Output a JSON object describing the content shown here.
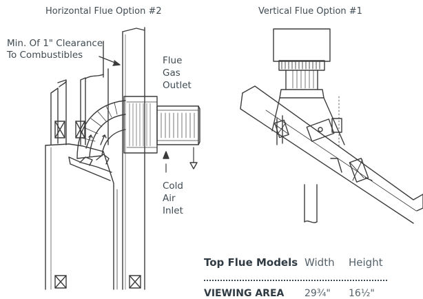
{
  "titles": {
    "left": "Horizontal Flue Option #2",
    "right": "Vertical Flue Option #1"
  },
  "callouts": {
    "clearance_line1": "Min. Of 1\" Clearance",
    "clearance_line2": "To Combustibles",
    "flue_gas_1": "Flue",
    "flue_gas_2": "Gas",
    "flue_gas_3": "Outlet",
    "cold_air_1": "Cold",
    "cold_air_2": "Air",
    "cold_air_3": "Inlet"
  },
  "table": {
    "header": "Top Flue Models",
    "col_width": "Width",
    "col_height": "Height",
    "row_label": "VIEWING AREA",
    "row_width": "29¾\"",
    "row_height": "16½\""
  }
}
